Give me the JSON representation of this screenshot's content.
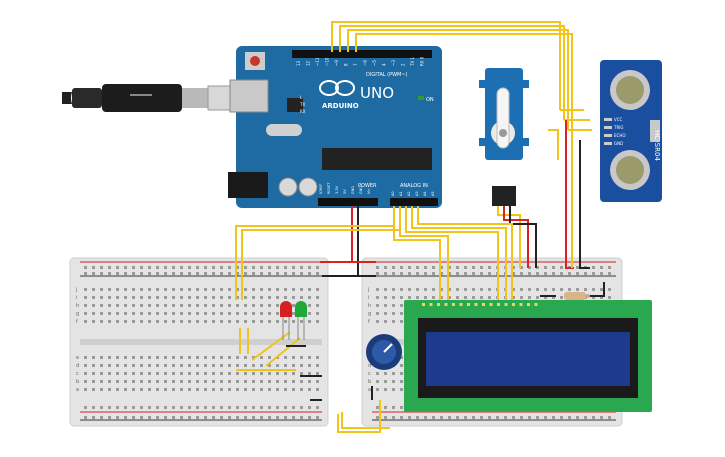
{
  "arduino": {
    "brand": "ARDUINO",
    "model": "UNO",
    "digital_header": "DIGITAL (PWM~)",
    "power_header": "POWER",
    "analog_header": "ANALOG IN",
    "on_label": "ON",
    "tx_label": "TX",
    "rx_label": "RX",
    "l_label": "L",
    "aref_label": "AREF",
    "gnd_label": "GND",
    "digital_pins": [
      "13",
      "12",
      "~11",
      "~10",
      "~9",
      "8",
      "7",
      "~6",
      "~5",
      "4",
      "~3",
      "2",
      "TX 1",
      "RX 0"
    ],
    "power_pins": [
      "IOREF",
      "RESET",
      "3.3V",
      "5V",
      "GND",
      "GND",
      "Vin"
    ],
    "analog_pins": [
      "A0",
      "A1",
      "A2",
      "A3",
      "A4",
      "A5"
    ],
    "board_color": "#1e6ba3"
  },
  "ultrasonic": {
    "model": "HC-SR04",
    "pins": [
      "VCC",
      "TRIG",
      "ECHO",
      "GND"
    ],
    "board_color": "#1a4fa0"
  },
  "breadboard": {
    "row_letters_top": [
      "j",
      "i",
      "h",
      "g",
      "f"
    ],
    "row_letters_bottom": [
      "e",
      "d",
      "c",
      "b",
      "a"
    ]
  },
  "leds": [
    {
      "color": "#d42020"
    },
    {
      "color": "#1fa83a"
    }
  ],
  "lcd": {
    "board_color": "#2aa84f",
    "screen_color": "#1d3a8c"
  },
  "wire_colors": {
    "yellow": "#f0c419",
    "red": "#e02020",
    "black": "#222222"
  }
}
